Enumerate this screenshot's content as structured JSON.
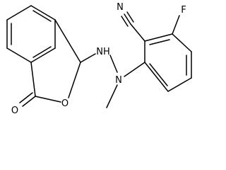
{
  "molecule": {
    "atoms": {
      "nitrile_n": "N",
      "fluorine": "F",
      "hydrazine_nh": "NH",
      "hydrazine_n": "N",
      "ring_oxygen": "O",
      "carbonyl_oxygen": "O"
    },
    "colors": {
      "bonds": "#000000",
      "labels": "#000000",
      "background": "#ffffff"
    }
  }
}
